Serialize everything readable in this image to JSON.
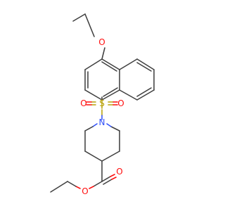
{
  "molecule": {
    "atoms": {
      "ether_oxygen": "O",
      "sulfur": "S",
      "sulfonyl_oxygen_left": "O",
      "sulfonyl_oxygen_right": "O",
      "nitrogen": "N",
      "ester_carbonyl_oxygen": "O",
      "ester_oxygen": "O"
    },
    "colors": {
      "carbon_bond": "#404040",
      "oxygen": "#ff0d0d",
      "nitrogen": "#3050f8",
      "sulfur": "#b8a20a"
    }
  }
}
